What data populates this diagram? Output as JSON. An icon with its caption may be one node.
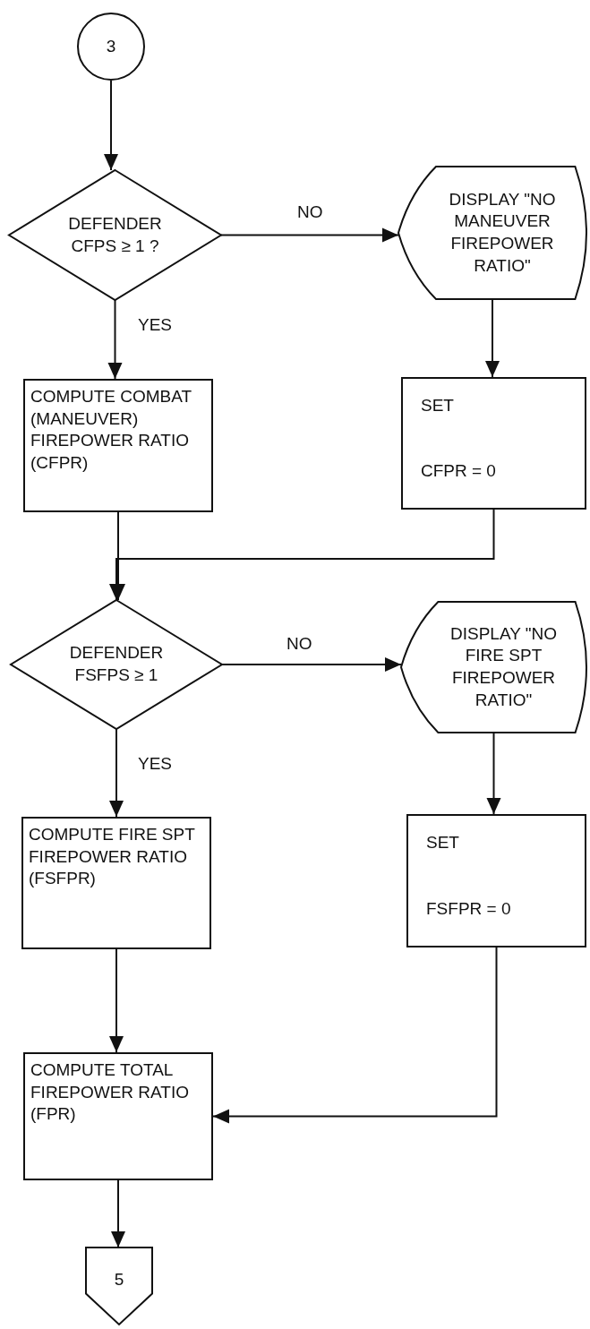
{
  "diagram": {
    "nodes": [
      {
        "text": [
          "3"
        ]
      },
      {
        "text": [
          "DEFENDER CFPS ≥ 1 ?"
        ]
      },
      {
        "text": [
          "DISPLAY \"NO MANEUVER FIREPOWER RATIO\""
        ]
      },
      {
        "text": [
          "COMPUTE COMBAT (MANEUVER) FIREPOWER RATIO (CFPR)"
        ]
      },
      {
        "text": [
          "SET",
          "CFPR = 0"
        ]
      },
      {
        "text": [
          "DEFENDER FSFPS ≥ 1"
        ]
      },
      {
        "text": [
          "DISPLAY \"NO FIRE SPT FIREPOWER RATIO\""
        ]
      },
      {
        "text": [
          "COMPUTE FIRE SPT FIREPOWER RATIO (FSFPR)"
        ]
      },
      {
        "text": [
          "SET",
          "FSFPR = 0"
        ]
      },
      {
        "text": [
          "COMPUTE TOTAL FIREPOWER RATIO (FPR)"
        ]
      },
      {
        "text": [
          "5"
        ]
      }
    ],
    "edges": [
      {
        "from": 0,
        "to": 1,
        "arrow": "to"
      },
      {
        "from": 1,
        "to": 2,
        "arrow": "to",
        "label": "NO"
      },
      {
        "from": 1,
        "to": 3,
        "arrow": "to",
        "label": "YES"
      },
      {
        "from": 2,
        "to": 4,
        "arrow": "to"
      },
      {
        "from": 3,
        "to": 5,
        "arrow": "to"
      },
      {
        "from": 4,
        "to": 5,
        "arrow": "to"
      },
      {
        "from": 5,
        "to": 6,
        "arrow": "to",
        "label": "NO"
      },
      {
        "from": 5,
        "to": 7,
        "arrow": "to",
        "label": "YES"
      },
      {
        "from": 6,
        "to": 8,
        "arrow": "to"
      },
      {
        "from": 7,
        "to": 9,
        "arrow": "to"
      },
      {
        "from": 8,
        "to": 9,
        "arrow": "to"
      },
      {
        "from": 9,
        "to": 10,
        "arrow": "to"
      }
    ]
  }
}
